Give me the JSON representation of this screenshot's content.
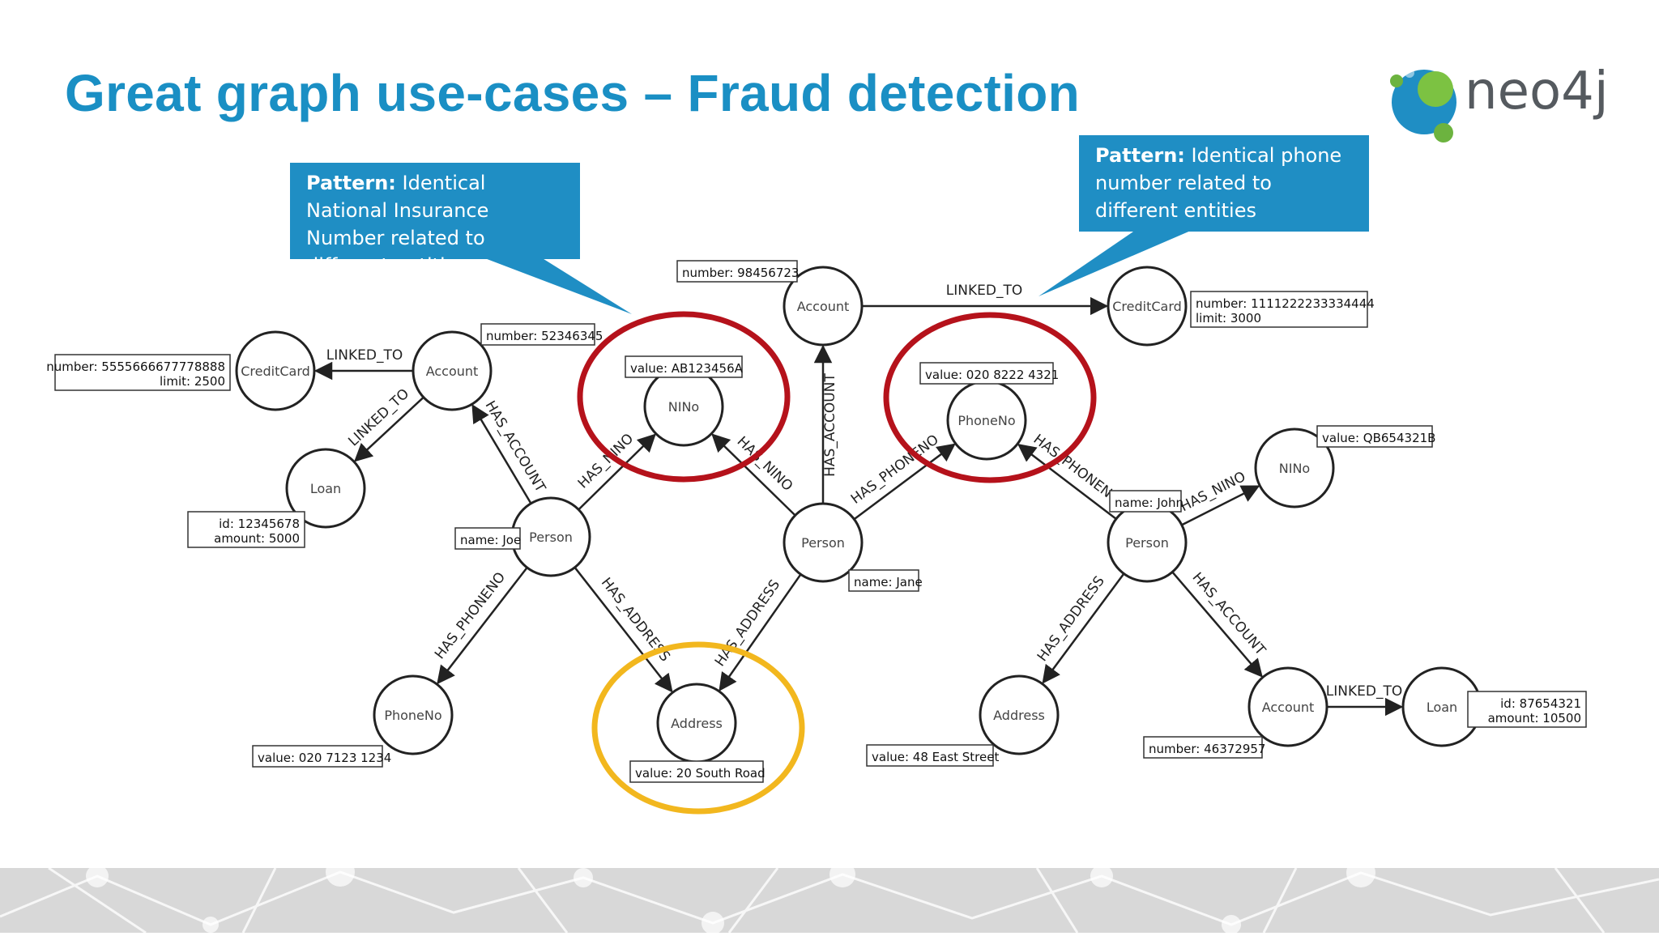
{
  "title": "Great graph use-cases – Fraud detection",
  "logo_text": "neo4j",
  "callouts": [
    {
      "bold": "Pattern:",
      "text": " Identical National Insurance Number related to different entities"
    },
    {
      "bold": "Pattern:",
      "text": " Identical phone number related to different entities"
    }
  ],
  "colors": {
    "title": "#1a8fc4",
    "callout": "#1f8ec4",
    "highlight_red": "#b5121b",
    "highlight_yellow": "#f2b71e"
  },
  "nodes": {
    "creditcard_left": {
      "label": "CreditCard",
      "props": [
        "number: 5555666677778888",
        "limit: 2500"
      ]
    },
    "account_joe": {
      "label": "Account",
      "props": [
        "number: 52346345"
      ]
    },
    "loan_joe": {
      "label": "Loan",
      "props": [
        "id: 12345678",
        "amount: 5000"
      ]
    },
    "person_joe": {
      "label": "Person",
      "props": [
        "name: Joe"
      ]
    },
    "phone_joe": {
      "label": "PhoneNo",
      "props": [
        "value: 020 7123 1234"
      ]
    },
    "nino_shared": {
      "label": "NINo",
      "props": [
        "value: AB123456A"
      ]
    },
    "address_shared": {
      "label": "Address",
      "props": [
        "value: 20 South Road"
      ]
    },
    "account_jane": {
      "label": "Account",
      "props": [
        "number: 98456723"
      ]
    },
    "person_jane": {
      "label": "Person",
      "props": [
        "name: Jane"
      ]
    },
    "creditcard_right": {
      "label": "CreditCard",
      "props": [
        "number: 1111222233334444",
        "limit: 3000"
      ]
    },
    "phone_shared": {
      "label": "PhoneNo",
      "props": [
        "value: 020 8222 4321"
      ]
    },
    "person_john": {
      "label": "Person",
      "props": [
        "name: John"
      ]
    },
    "nino_john": {
      "label": "NINo",
      "props": [
        "value: QB654321B"
      ]
    },
    "address_john": {
      "label": "Address",
      "props": [
        "value: 48 East Street"
      ]
    },
    "account_john": {
      "label": "Account",
      "props": [
        "number: 46372957"
      ]
    },
    "loan_john": {
      "label": "Loan",
      "props": [
        "id: 87654321",
        "amount: 10500"
      ]
    }
  },
  "edges": [
    {
      "from": "account_joe",
      "to": "creditcard_left",
      "label": "LINKED_TO"
    },
    {
      "from": "account_joe",
      "to": "loan_joe",
      "label": "LINKED_TO"
    },
    {
      "from": "person_joe",
      "to": "account_joe",
      "label": "HAS_ACCOUNT"
    },
    {
      "from": "person_joe",
      "to": "nino_shared",
      "label": "HAS_NINO"
    },
    {
      "from": "person_joe",
      "to": "phone_joe",
      "label": "HAS_PHONENO"
    },
    {
      "from": "person_joe",
      "to": "address_shared",
      "label": "HAS_ADDRESS"
    },
    {
      "from": "person_jane",
      "to": "nino_shared",
      "label": "HAS_NINO"
    },
    {
      "from": "person_jane",
      "to": "address_shared",
      "label": "HAS_ADDRESS"
    },
    {
      "from": "person_jane",
      "to": "account_jane",
      "label": "HAS_ACCOUNT"
    },
    {
      "from": "person_jane",
      "to": "phone_shared",
      "label": "HAS_PHONENO"
    },
    {
      "from": "account_jane",
      "to": "creditcard_right",
      "label": "LINKED_TO"
    },
    {
      "from": "person_john",
      "to": "phone_shared",
      "label": "HAS_PHONENO"
    },
    {
      "from": "person_john",
      "to": "nino_john",
      "label": "HAS_NINO"
    },
    {
      "from": "person_john",
      "to": "address_john",
      "label": "HAS_ADDRESS"
    },
    {
      "from": "person_john",
      "to": "account_john",
      "label": "HAS_ACCOUNT"
    },
    {
      "from": "account_john",
      "to": "loan_john",
      "label": "LINKED_TO"
    }
  ]
}
